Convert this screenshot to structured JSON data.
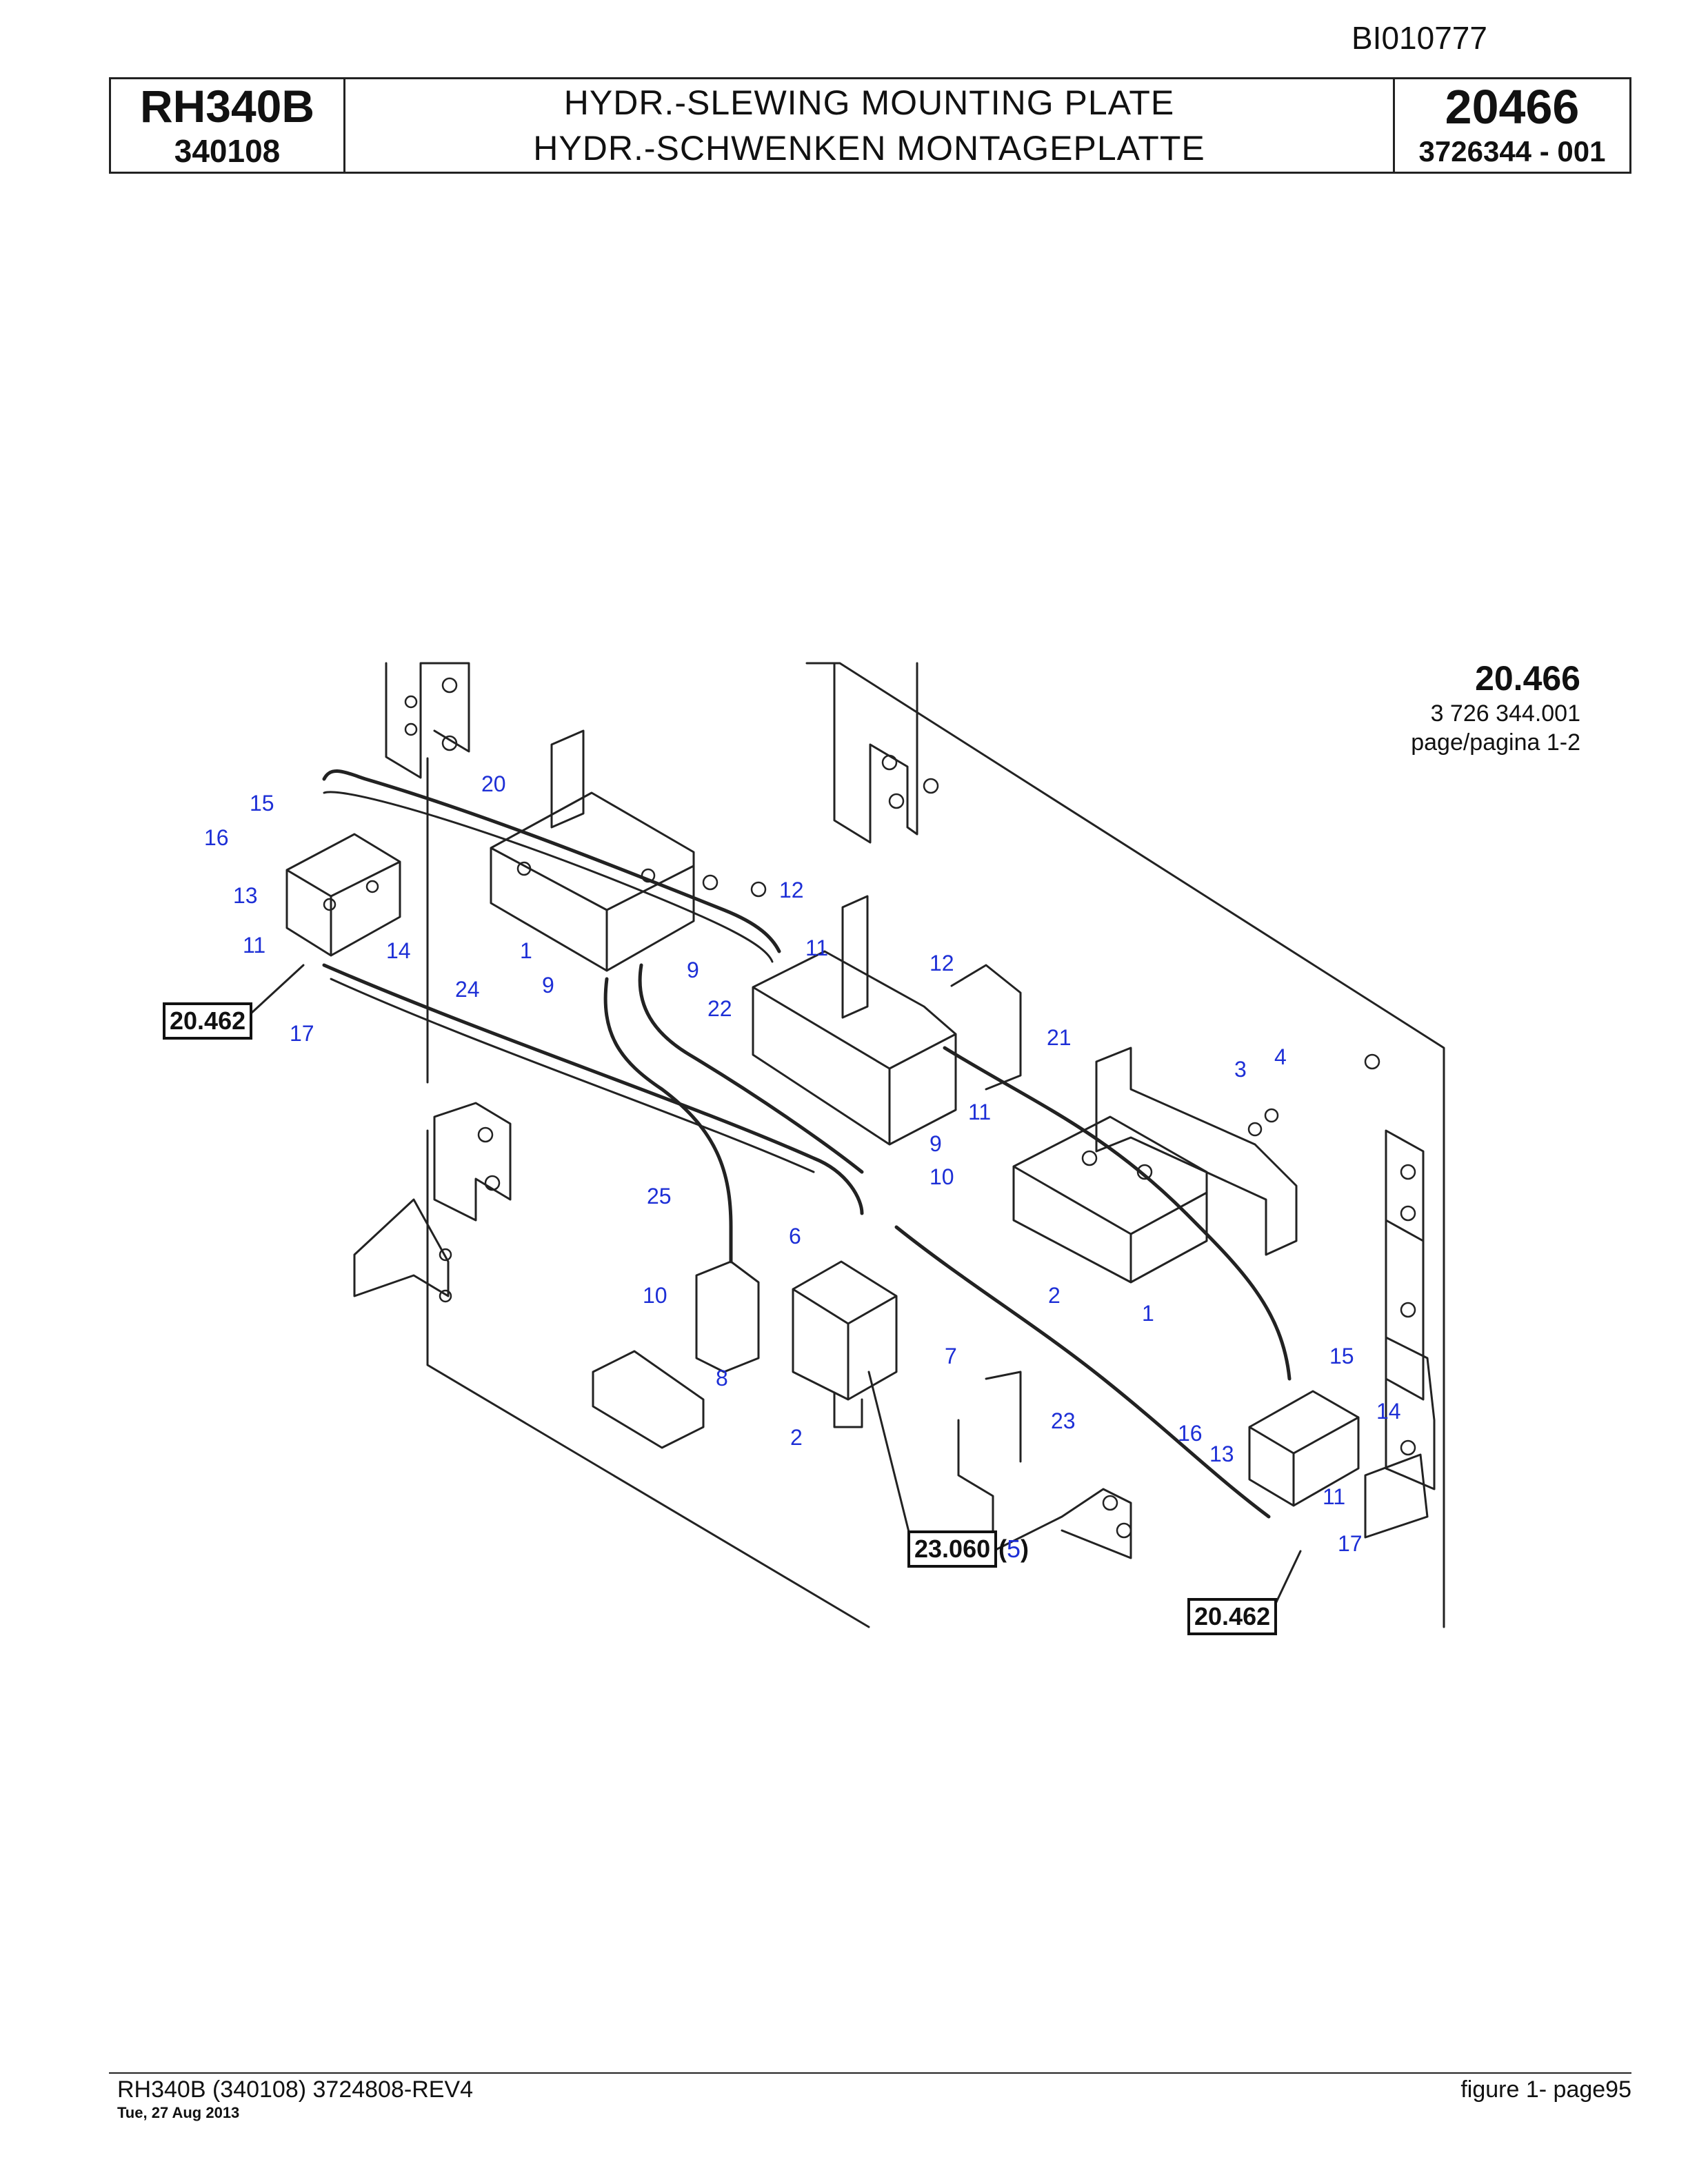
{
  "doc_code": "BI010777",
  "header": {
    "model": "RH340B",
    "serial": "340108",
    "title_en": "HYDR.-SLEWING MOUNTING PLATE",
    "title_de": "HYDR.-SCHWENKEN MONTAGEPLATTE",
    "figure_no": "20466",
    "part_no": "3726344 - 001"
  },
  "drawing_ref": {
    "number": "20.466",
    "part": "3 726 344.001",
    "page": "page/pagina 1-2"
  },
  "callouts": [
    "15",
    "16",
    "13",
    "11",
    "17",
    "20",
    "14",
    "1",
    "24",
    "9",
    "9",
    "22",
    "12",
    "11",
    "12",
    "21",
    "11",
    "3",
    "4",
    "9",
    "10",
    "25",
    "6",
    "10",
    "8",
    "2",
    "7",
    "2",
    "1",
    "23",
    "15",
    "14",
    "16",
    "13",
    "11",
    "17"
  ],
  "ref_boxes": [
    "20.462",
    "23.060",
    "20.462"
  ],
  "ref_box_suffix": {
    "open": "(",
    "value": "5",
    "close": ")"
  },
  "footer": {
    "left": "RH340B (340108) 3724808-REV4",
    "date": "Tue, 27 Aug 2013",
    "right": "figure  1- page95"
  },
  "colors": {
    "callout": "#1d2fd6",
    "line": "#222222"
  }
}
